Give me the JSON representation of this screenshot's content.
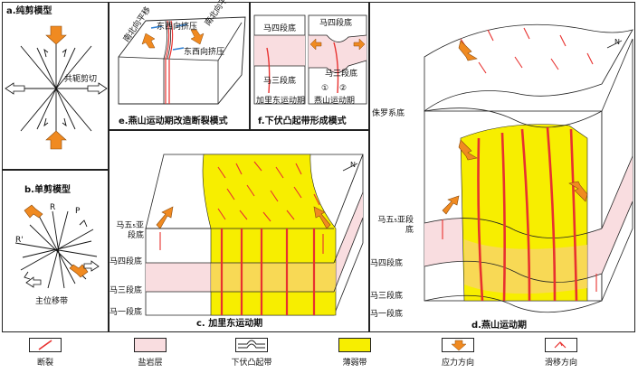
{
  "panels": {
    "a": {
      "caption": "a.纯剪模型",
      "label": "共轭剪切"
    },
    "b": {
      "caption": "b.单剪模型",
      "label_r": "R",
      "label_p": "P",
      "label_rp": "R'",
      "bottom": "主位移带"
    },
    "c": {
      "caption": "c. 加里东运动期",
      "layers": [
        "马五₅亚段底",
        "马四段底",
        "马三段底",
        "马一段底"
      ]
    },
    "d": {
      "caption": "d.燕山运动期",
      "top": "侏罗系底",
      "layers": [
        "马五₅亚段底",
        "马四段底",
        "马三段底",
        "马一段底"
      ]
    },
    "e": {
      "caption": "e.燕山运动期改造断裂模式",
      "labels": [
        "东西向挤压",
        "东西向挤压",
        "南北向平移",
        "南北向平移"
      ]
    },
    "f": {
      "caption": "f.下伏凸起带形成模式",
      "layers_left": [
        "马四段底",
        "马三段底"
      ],
      "layers_right": [
        "马四段底",
        "马三段底"
      ],
      "circle1": "①",
      "circle2": "②",
      "bottom_left": "加里东运动期",
      "bottom_right": "燕山运动期"
    }
  },
  "legend": [
    {
      "label": "断裂",
      "icon": "fault-icon"
    },
    {
      "label": "盐岩层",
      "icon": "salt-layer-icon"
    },
    {
      "label": "下伏凸起带",
      "icon": "uplift-icon"
    },
    {
      "label": "薄弱带",
      "icon": "weak-zone-icon"
    },
    {
      "label": "应力方向",
      "icon": "stress-arrow-icon"
    },
    {
      "label": "滑移方向",
      "icon": "slip-icon"
    }
  ],
  "colors": {
    "salt": "#f9dde0",
    "weak": "#f7ee00",
    "fault": "#e8312f",
    "arrow": "#f08a21"
  }
}
